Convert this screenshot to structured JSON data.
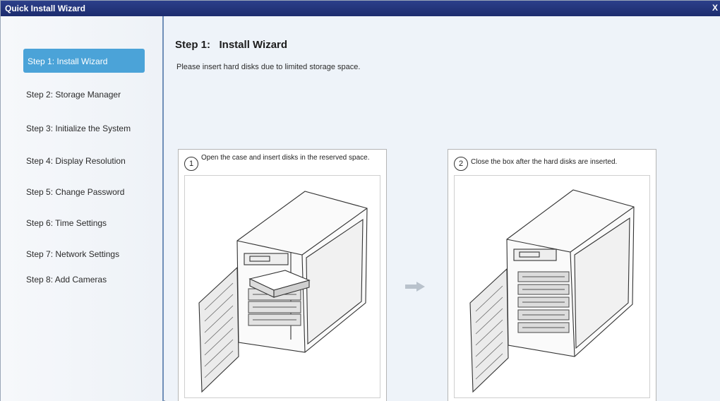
{
  "window": {
    "title": "Quick Install Wizard",
    "close_label": "X"
  },
  "sidebar": {
    "items": [
      {
        "label": "Step 1: Install Wizard",
        "active": true
      },
      {
        "label": "Step 2: Storage Manager"
      },
      {
        "label": "Step 3: Initialize the System"
      },
      {
        "label": "Step 4: Display Resolution"
      },
      {
        "label": "Step 5: Change Password"
      },
      {
        "label": "Step 6: Time Settings"
      },
      {
        "label": "Step 7: Network Settings"
      },
      {
        "label": "Step 8: Add Cameras"
      }
    ]
  },
  "main": {
    "title": "Step 1:   Install Wizard",
    "description": "Please insert hard disks due to limited storage space.",
    "panels": [
      {
        "number": "1",
        "caption": "Open the case and insert disks in the reserved space."
      },
      {
        "number": "2",
        "caption": "Close the box after the hard disks are inserted."
      }
    ]
  },
  "colors": {
    "titlebar": "#1c2c6e",
    "active_step": "#4ba3d8",
    "divider": "#6f8fb8",
    "arrow": "#b9c2cc"
  }
}
